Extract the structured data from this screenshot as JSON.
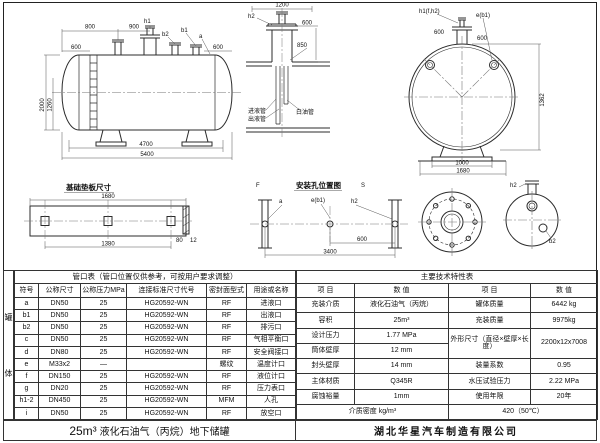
{
  "drawing": {
    "side": {
      "d800": "800",
      "d900": "900",
      "h1": "h1",
      "b2": "b2",
      "b1": "b1",
      "a": "a",
      "d600a": "600",
      "d600b": "600",
      "v1260": "1260",
      "v2000": "2000",
      "d4700": "4700",
      "d5400": "5400"
    },
    "section": {
      "d1200": "1200",
      "h2": "h2",
      "d600": "600",
      "d850": "850",
      "inlet": "进液管",
      "outlet": "出液管",
      "oil": "白油管"
    },
    "end": {
      "top": "h1(f,h2)",
      "e": "e(b1)",
      "d600a": "600",
      "d600b": "600",
      "v1362": "1362",
      "d1000": "1000",
      "d1680": "1680"
    },
    "foundation": {
      "title": "基础垫板尺寸",
      "d1680": "1680",
      "d1380": "1380",
      "d80": "80",
      "d12": "12"
    },
    "install": {
      "title": "安装孔位置图",
      "f": "F",
      "s": "S",
      "a": "a",
      "e": "e(b1)",
      "h2": "h2",
      "d3400": "3400",
      "d600": "600"
    },
    "detail": {
      "h2": "h2",
      "b2": "b2"
    }
  },
  "nozzle_table": {
    "title": "管口表（管口位置仅供参考，可按用户要求调整）",
    "side_label_1": "罐",
    "side_label_2": "体",
    "headers": [
      "符号",
      "公称尺寸",
      "公称压力MPa",
      "连接标准尺寸代号",
      "密封面型式",
      "用途或名称"
    ],
    "rows": [
      [
        "a",
        "DN50",
        "25",
        "HG20592-WN",
        "RF",
        "进液口"
      ],
      [
        "b1",
        "DN50",
        "25",
        "HG20592-WN",
        "RF",
        "出液口"
      ],
      [
        "b2",
        "DN50",
        "25",
        "HG20592-WN",
        "RF",
        "排污口"
      ],
      [
        "c",
        "DN50",
        "25",
        "HG20592-WN",
        "RF",
        "气相平衡口"
      ],
      [
        "d",
        "DN80",
        "25",
        "HG20592-WN",
        "RF",
        "安全阀接口"
      ],
      [
        "e",
        "M33x2",
        "—",
        "",
        "螺纹",
        "温度计口"
      ],
      [
        "f",
        "DN150",
        "25",
        "HG20592-WN",
        "RF",
        "液位计口"
      ],
      [
        "g",
        "DN20",
        "25",
        "HG20592-WN",
        "RF",
        "压力表口"
      ],
      [
        "h1-2",
        "DN450",
        "25",
        "HG20592-WN",
        "MFM",
        "人孔"
      ],
      [
        "i",
        "DN50",
        "25",
        "HG20592-WN",
        "RF",
        "放空口"
      ]
    ]
  },
  "spec_table": {
    "title": "主要技术特性表",
    "headers": [
      "项  目",
      "数  值",
      "项  目",
      "数  值"
    ],
    "rows": [
      {
        "item1": "充装介质",
        "val1": "液化石油气（丙烷）",
        "item2": "罐体质量",
        "val2": "6442 kg"
      },
      {
        "item1": "容积",
        "val1": "25m³",
        "item2": "充装质量",
        "val2": "9975kg"
      },
      {
        "item1": "设计压力",
        "val1": "1.77 MPa",
        "item2": "外形尺寸（直径×壁厚×长度）",
        "val2": "2200x12x7008"
      },
      {
        "item1": "筒体壁厚",
        "val1": "12 mm"
      },
      {
        "item1": "封头壁厚",
        "val1": "14 mm",
        "item2": "装量系数",
        "val2": "0.95"
      },
      {
        "item1": "主体材质",
        "val1": "Q345R",
        "item2": "水压试验压力",
        "val2": "2.22 MPa"
      },
      {
        "item1": "腐蚀裕量",
        "val1": "1mm",
        "item2": "使用年限",
        "val2": "20年"
      },
      {
        "item1": "介质密度 kg/m³",
        "val2": "420（50℃）"
      }
    ]
  },
  "title_block": {
    "product_prefix": "25m³",
    "product_name": "液化石油气（丙烷）地下储罐",
    "company": "湖北华星汽车制造有限公司"
  }
}
